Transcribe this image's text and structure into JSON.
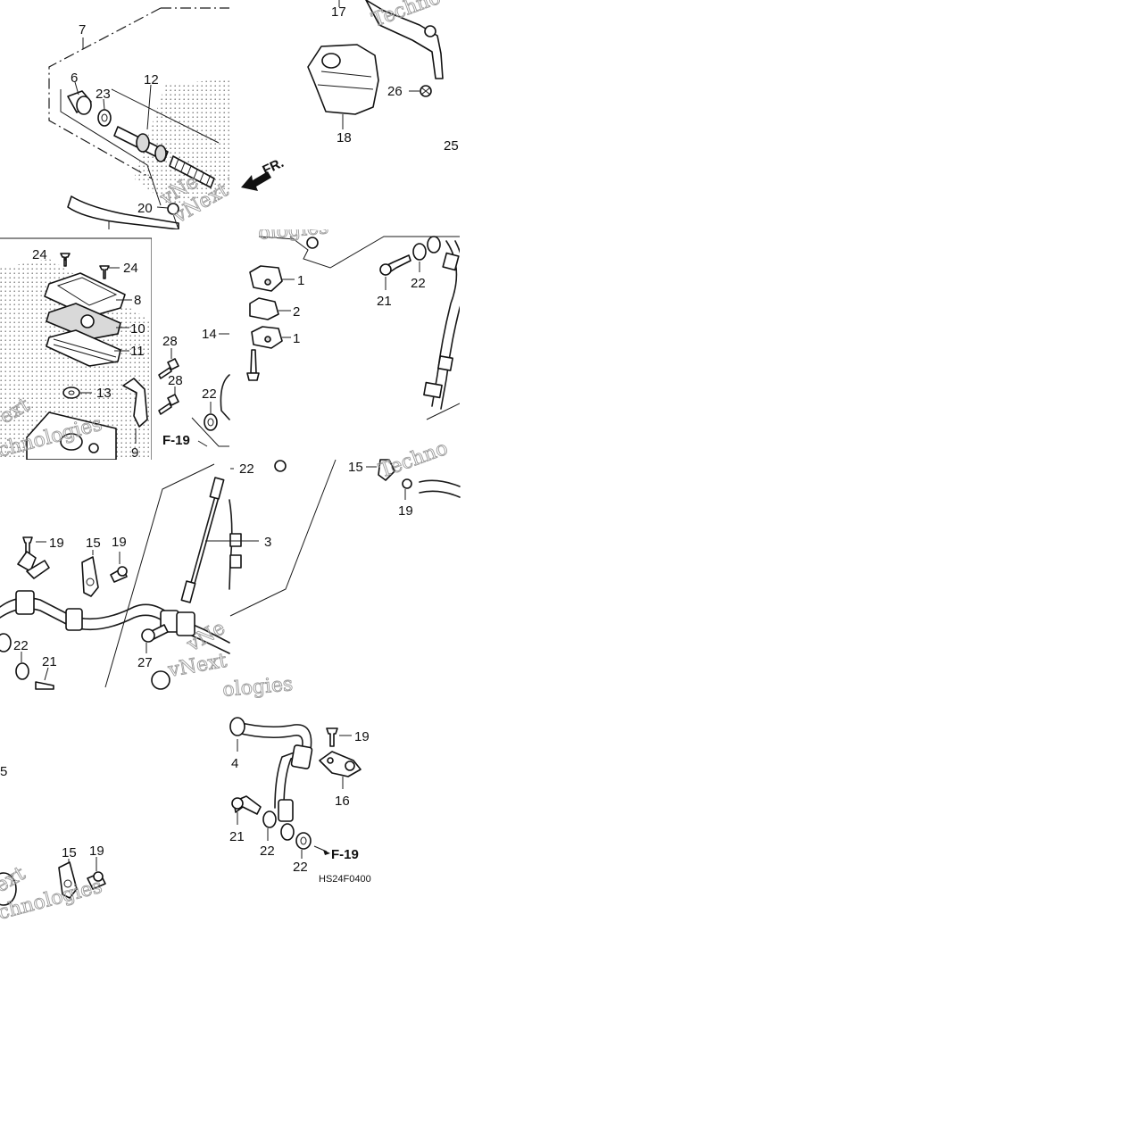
{
  "diagram": {
    "figure_code": "HS24F0400",
    "direction_label": "FR.",
    "reference_page": "F-19",
    "watermark_lines": [
      "vNext",
      "Technologies"
    ],
    "callouts": {
      "c7": "7",
      "c6": "6",
      "c23": "23",
      "c12": "12",
      "c20": "20",
      "c17": "17",
      "c26": "26",
      "c18": "18",
      "c25": "25",
      "c24a": "24",
      "c24b": "24",
      "c8": "8",
      "c10": "10",
      "c11": "11",
      "c13": "13",
      "c9": "9",
      "c28a": "28",
      "c28b": "28",
      "c14": "14",
      "c22a": "22",
      "c1a": "1",
      "c2": "2",
      "c1b": "1",
      "c21a": "21",
      "c22b": "22",
      "c22c": "22",
      "c3": "3",
      "c15a": "15",
      "c19a": "19",
      "c19b": "19",
      "c15b": "15",
      "c19c": "19",
      "c22d": "22",
      "c21b": "21",
      "c27": "27",
      "c5": "5",
      "c4": "4",
      "c19d": "19",
      "c16": "16",
      "c21c": "21",
      "c22e": "22",
      "c22f": "22",
      "c15c": "15",
      "c19e": "19"
    }
  }
}
